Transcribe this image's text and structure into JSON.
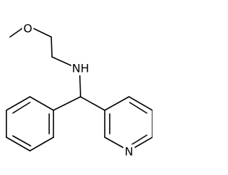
{
  "structure": {
    "atoms": {
      "oxygen": "O",
      "amine": "NH",
      "pyridine_nitrogen": "N"
    }
  }
}
